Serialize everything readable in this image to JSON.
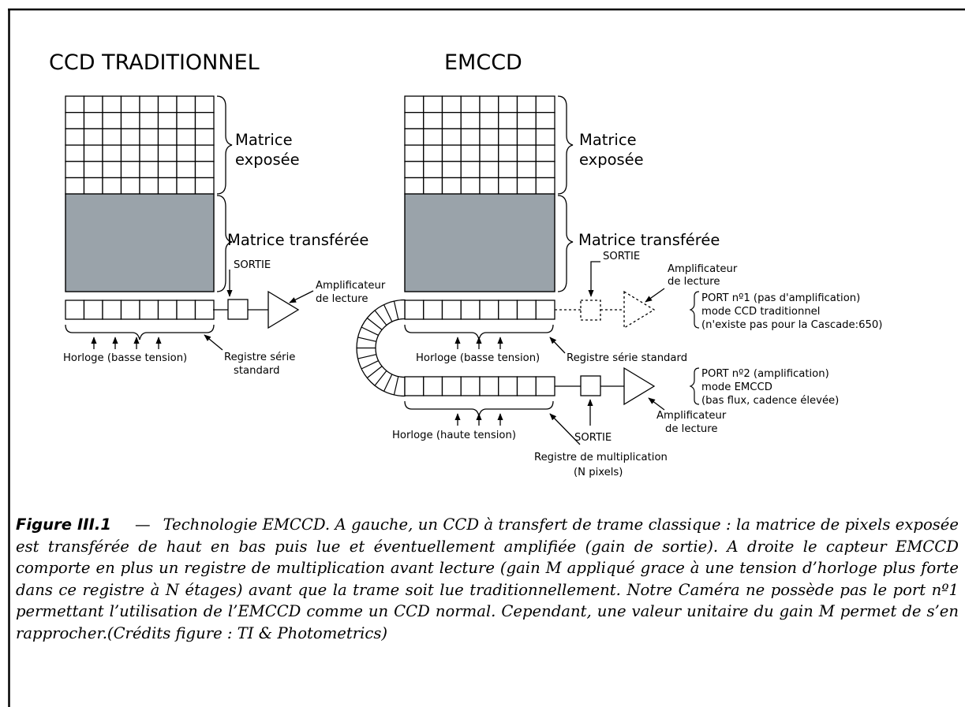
{
  "left_panel": {
    "title": "CCD TRADITIONNEL",
    "exposed_label": [
      "Matrice",
      "exposée"
    ],
    "transferred_label": "Matrice transférée",
    "output_label": "SORTIE",
    "amplifier_label": [
      "Amplificateur",
      "de lecture"
    ],
    "clock_label": "Horloge (basse tension)",
    "register_label": [
      "Registre série",
      "standard"
    ]
  },
  "right_panel": {
    "title": "EMCCD",
    "exposed_label": [
      "Matrice",
      "exposée"
    ],
    "transferred_label": "Matrice transférée",
    "output1_label": "SORTIE",
    "amplifier1_label": [
      "Amplificateur",
      "de lecture"
    ],
    "port1_label": [
      "PORT nº1 (pas d'amplification)",
      "mode CCD traditionnel",
      "(n'existe pas pour la Cascade:650)"
    ],
    "clock1_label": "Horloge (basse tension)",
    "register1_label": "Registre série standard",
    "port2_label": [
      "PORT nº2 (amplification)",
      "mode EMCCD",
      "(bas flux, cadence élevée)"
    ],
    "amplifier2_label": [
      "Amplificateur",
      "de lecture"
    ],
    "clock2_label": "Horloge (haute tension)",
    "output2_label": "SORTIE",
    "mult_register_label": [
      "Registre de multiplication",
      "(N pixels)"
    ]
  },
  "caption": {
    "label": "Figure III.1",
    "dash": "—",
    "text": "Technologie EMCCD. A gauche, un CCD à transfert de trame classique : la matrice de pixels exposée est transférée de haut en bas puis lue et éventuellement amplifiée (gain de sortie). A droite le capteur EMCCD comporte en plus un registre de multiplication avant lecture (gain M appliqué grace à une tension d’horloge plus forte dans ce registre à N étages) avant que la trame soit lue traditionnellement. Notre Caméra ne possède pas le port nº1 permettant l’utilisation de l’EMCCD comme un CCD normal. Cependant, une valeur unitaire du gain M permet de s’en rapprocher.(Crédits figure : TI & Photometrics)"
  },
  "colors": {
    "transferred_fill": "#9aa3aa",
    "stroke": "#000000"
  }
}
